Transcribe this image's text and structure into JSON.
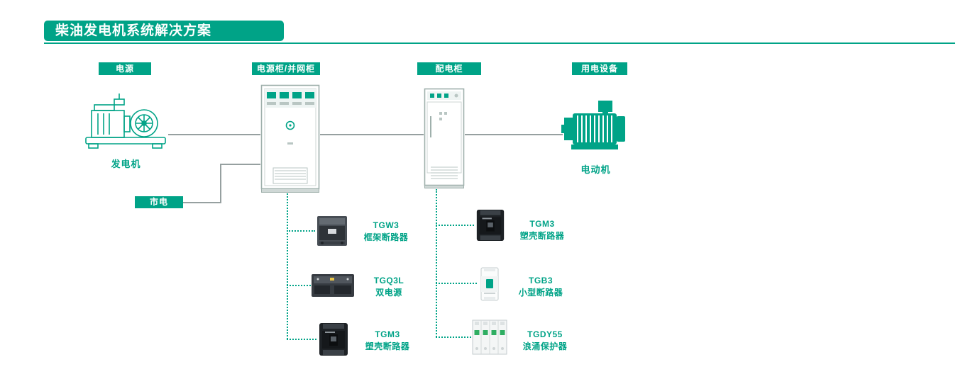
{
  "colors": {
    "accent": "#00A387",
    "connector": "#96a0a0",
    "breaker_dark": "#1d2125",
    "breaker_gray": "#474d54"
  },
  "header": {
    "title": "柴油发电机系统解决方案"
  },
  "nodes": {
    "power_source": {
      "badge": "电源",
      "caption": "发电机"
    },
    "mains": {
      "badge": "市电"
    },
    "power_cabinet": {
      "badge": "电源柜/并网柜"
    },
    "distribution_cabinet": {
      "badge": "配电柜"
    },
    "load": {
      "badge": "用电设备",
      "caption": "电动机"
    }
  },
  "power_cabinet_products": [
    {
      "model": "TGW3",
      "desc": "框架断路器"
    },
    {
      "model": "TGQ3L",
      "desc": "双电源"
    },
    {
      "model": "TGM3",
      "desc": "塑壳断路器"
    }
  ],
  "distribution_cabinet_products": [
    {
      "model": "TGM3",
      "desc": "塑壳断路器"
    },
    {
      "model": "TGB3",
      "desc": "小型断路器"
    },
    {
      "model": "TGDY55",
      "desc": "浪涌保护器"
    }
  ]
}
